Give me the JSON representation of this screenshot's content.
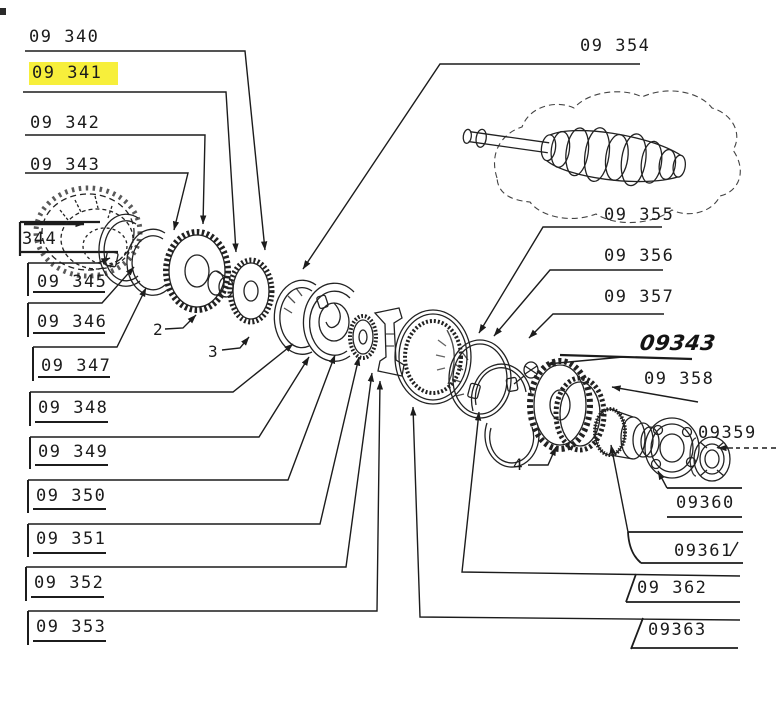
{
  "figure": {
    "kind": "exploded-parts-diagram",
    "highlight_color": "#f7ef3b",
    "ink_color": "#1c1c1c",
    "paper_color": "#ffffff"
  },
  "labels_left": [
    {
      "text": "09 340",
      "highlighted": false
    },
    {
      "text": "09 341",
      "highlighted": true
    },
    {
      "text": "09 342",
      "highlighted": false
    },
    {
      "text": "09 343",
      "highlighted": false
    },
    {
      "text": "344",
      "highlighted": false
    },
    {
      "text": "09 345",
      "highlighted": false
    },
    {
      "text": "09 346",
      "highlighted": false
    },
    {
      "text": "09 347",
      "highlighted": false
    },
    {
      "text": "09 348",
      "highlighted": false
    },
    {
      "text": "09 349",
      "highlighted": false
    },
    {
      "text": "09 350",
      "highlighted": false
    },
    {
      "text": "09 351",
      "highlighted": false
    },
    {
      "text": "09 352",
      "highlighted": false
    },
    {
      "text": "09 353",
      "highlighted": false
    }
  ],
  "labels_right": [
    {
      "text": "09 354",
      "handwritten": false
    },
    {
      "text": "09 355",
      "handwritten": false
    },
    {
      "text": "09 356",
      "handwritten": false
    },
    {
      "text": "09 357",
      "handwritten": false
    },
    {
      "text": "09343",
      "handwritten": true
    },
    {
      "text": "09 358",
      "handwritten": false
    },
    {
      "text": "09359",
      "handwritten": false
    },
    {
      "text": "09360",
      "handwritten": false
    },
    {
      "text": "09361",
      "handwritten": false
    },
    {
      "text": "09 362",
      "handwritten": false
    },
    {
      "text": "09363",
      "handwritten": false
    }
  ],
  "callouts": [
    {
      "text": "2"
    },
    {
      "text": "3"
    },
    {
      "text": "4"
    }
  ]
}
